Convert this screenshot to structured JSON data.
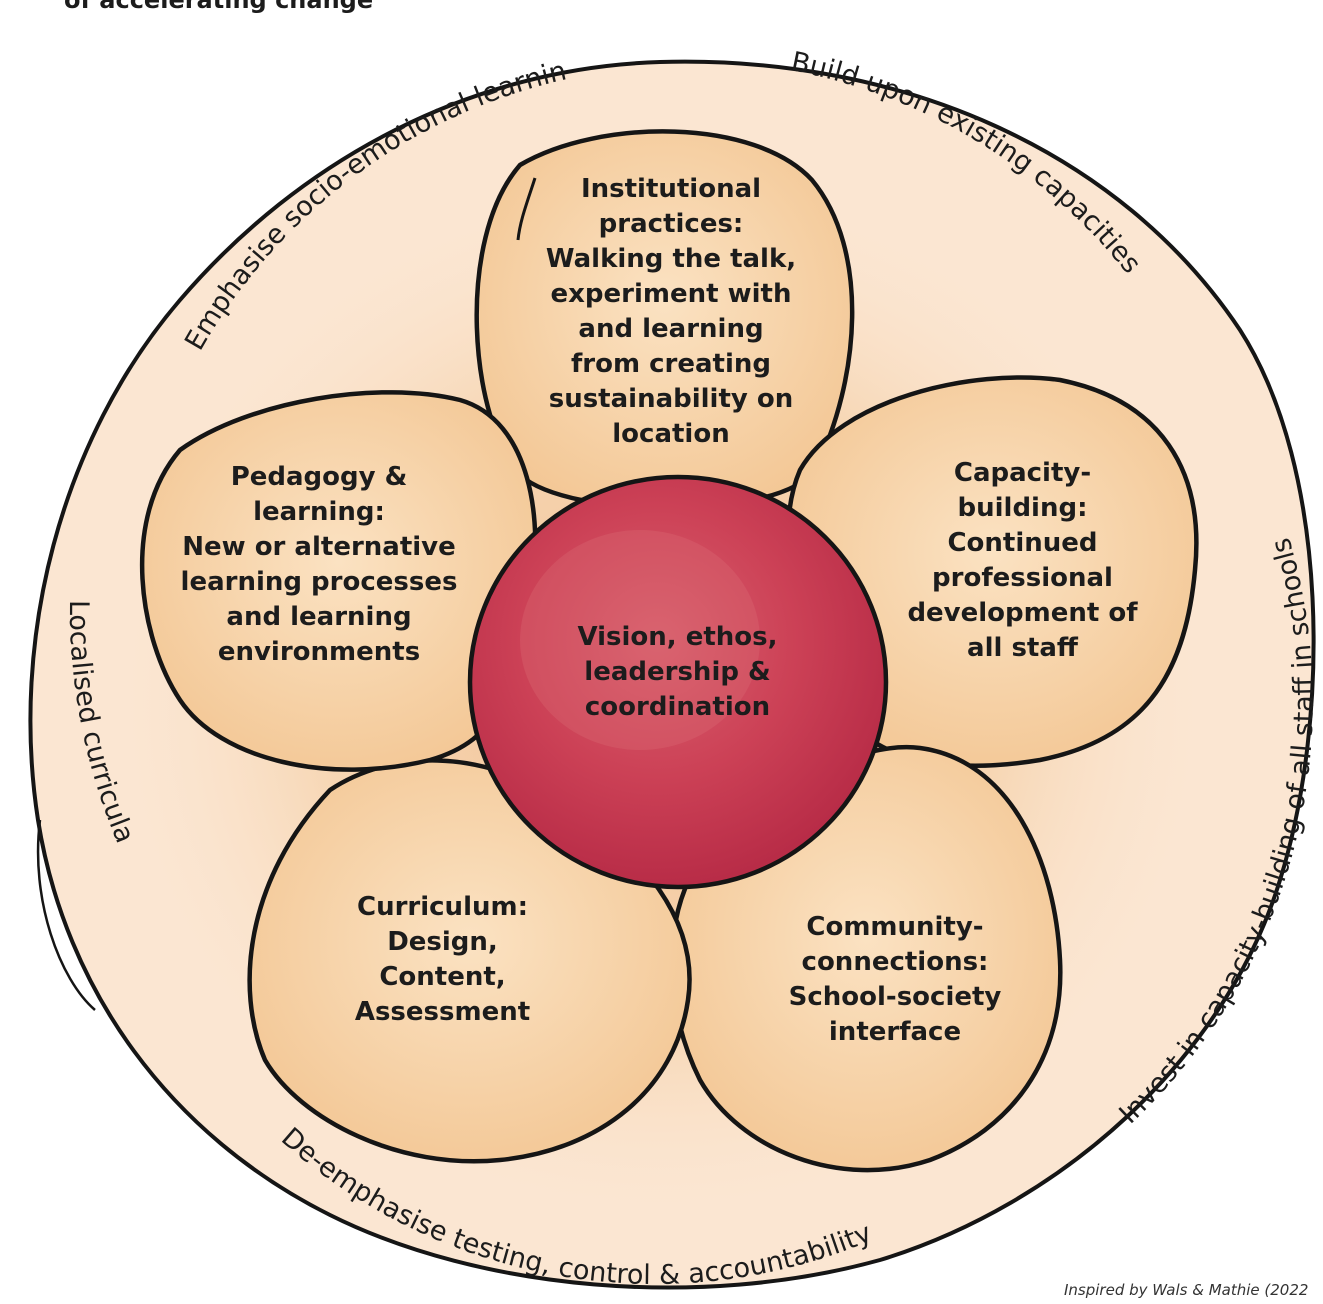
{
  "header_text": "of accelerating change",
  "center": {
    "text": "Vision, ethos, leadership & coordination"
  },
  "petals": {
    "institutional": {
      "title": "Institutional practices:",
      "body": "Walking the talk, experiment with and learning from creating sustainability on location"
    },
    "capacity": {
      "title": "Capacity-building:",
      "body": "Continued professional development of all staff"
    },
    "community": {
      "title": "Community-connections:",
      "body": "School-society interface"
    },
    "curriculum": {
      "title": "Curriculum:",
      "body": "Design, Content, Assessment"
    },
    "pedagogy": {
      "title": "Pedagogy & learning:",
      "body": "New or alternative learning processes and learning environments"
    }
  },
  "ring_labels": {
    "socio_emotional": "Emphasise socio-emotional learning",
    "existing_capacities": "Build upon existing capacities",
    "invest_capacity": "Invest in capacity-building of all staff in schools",
    "de_emphasise": "De-emphasise testing, control & accountability",
    "localised": "Localised curricula"
  },
  "credit": "Inspired by Wals & Mathie (2022",
  "colors": {
    "ring_fill": "#fbe6d2",
    "halo": "#f3c99a",
    "petal_fill": "#f7d6ad",
    "center_fill": "#cc4156",
    "outline": "#151515"
  }
}
